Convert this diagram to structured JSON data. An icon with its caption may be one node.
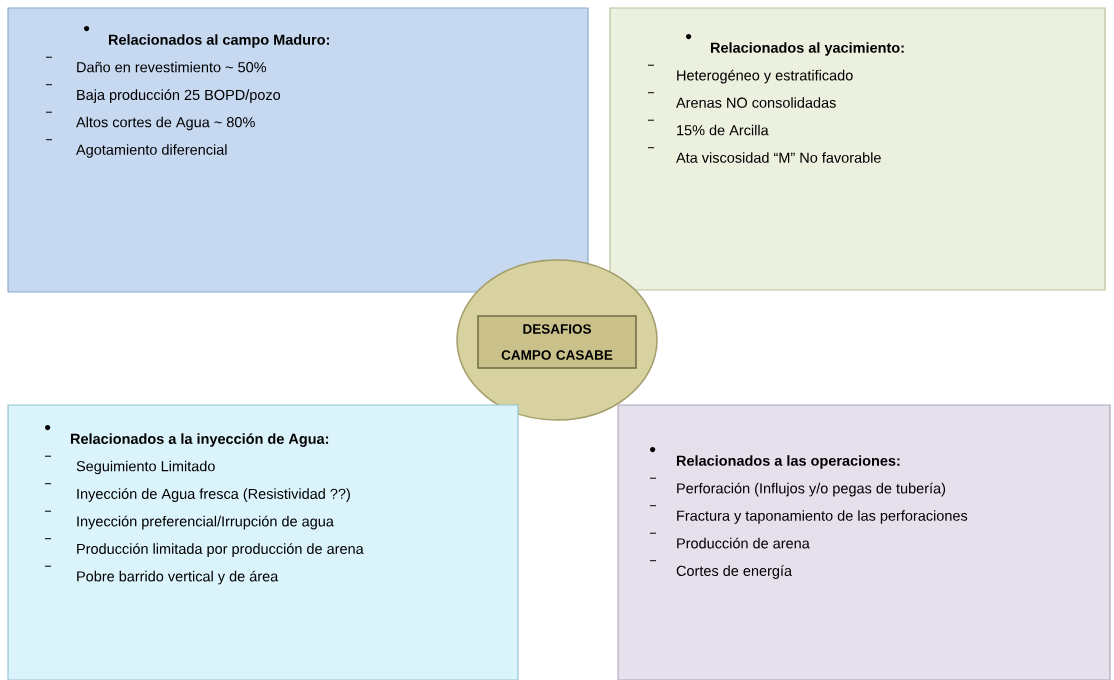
{
  "diagram": {
    "nodes": [
      {
        "text": [
          "Relacionados al campo Maduro:",
          "Daño en revestimiento ~ 50%",
          "Baja producción 25 BOPD/pozo",
          "Altos cortes de Agua ~ 80%",
          "Agotamiento diferencial"
        ]
      },
      {
        "text": [
          "Relacionados al yacimiento:",
          "Heterogéneo y estratificado",
          "Arenas NO consolidadas",
          "15% de Arcilla",
          "Ata viscosidad “M” No favorable"
        ]
      },
      {
        "text": [],
        "shape": "ellipse"
      },
      {
        "text": [
          "DESAFIOS CAMPO CASABE"
        ],
        "in": 2
      },
      {
        "text": [
          "Relacionados a la inyección de Agua:",
          "Seguimiento Limitado",
          "Inyección de Agua fresca (Resistividad ??)",
          "Inyección preferencial/Irrupción de agua",
          "Producción limitada por producción de arena",
          "Pobre barrido vertical y de área"
        ]
      },
      {
        "text": [
          "Relacionados a las operaciones:",
          "Perforación (Influjos y/o pegas de tubería)",
          "Fractura y taponamiento de las perforaciones",
          "Producción de arena",
          "Cortes de energía"
        ]
      }
    ]
  }
}
